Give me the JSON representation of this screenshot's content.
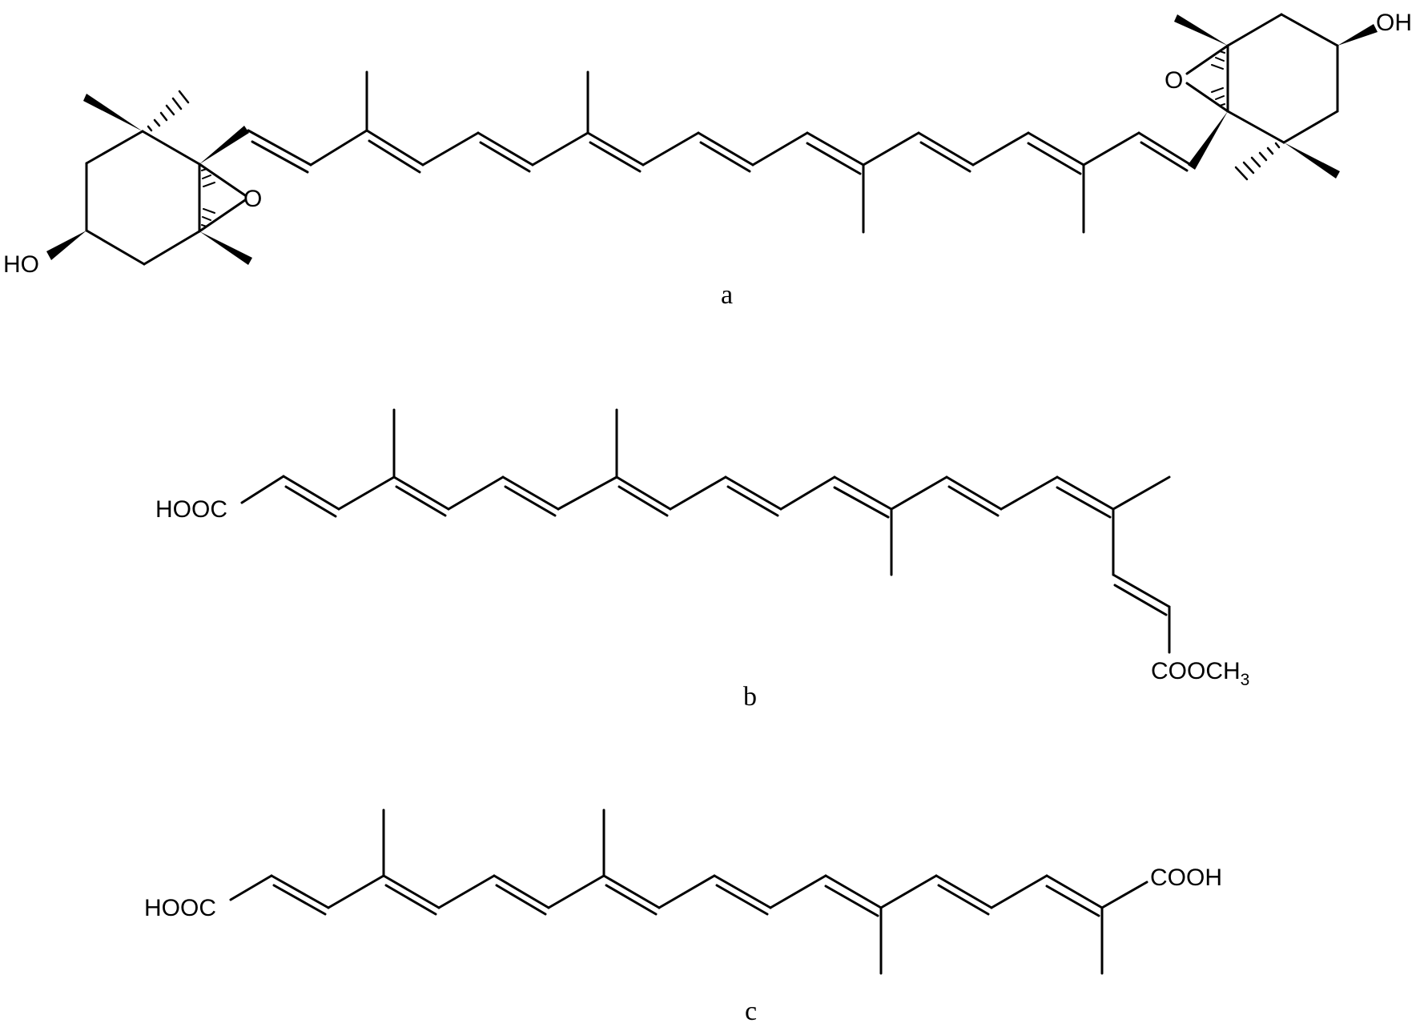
{
  "figure": {
    "structures": [
      {
        "panel": "a",
        "groups": {
          "oh_left": "HO",
          "oh_right": "OH",
          "o_left": "O",
          "o_right": "O"
        }
      },
      {
        "panel": "b",
        "groups": {
          "acid": "HOOC",
          "ester": "COOCH",
          "ester_sub": "3"
        }
      },
      {
        "panel": "c",
        "groups": {
          "acid_left": "HOOC",
          "acid_right": "COOH"
        }
      }
    ]
  }
}
